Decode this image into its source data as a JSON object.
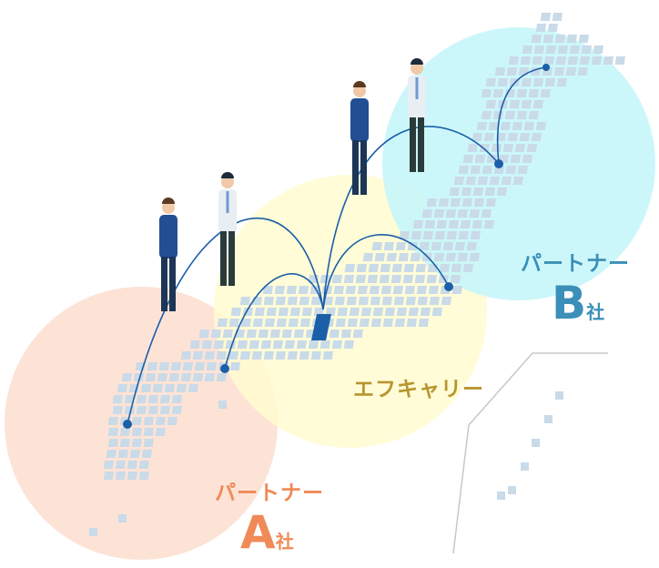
{
  "partner_a": {
    "prefix": "パートナー",
    "letter": "A",
    "suffix": "社",
    "color": "#f08a58",
    "circle_color": "#fde0d2"
  },
  "partner_b": {
    "prefix": "パートナー",
    "letter": "B",
    "suffix": "社",
    "color": "#3b8fb8",
    "circle_color": "#c6f6fa"
  },
  "hub": {
    "name": "エフキャリー",
    "color": "#b8952f",
    "circle_color": "#fffbd0"
  },
  "colors": {
    "map_tile": "#c9dae8",
    "arc": "#1b5fa8",
    "border_line": "#c8c8c8"
  },
  "icons": [
    "handshake-people-icon",
    "japan-map-icon",
    "connection-arc-icon"
  ]
}
